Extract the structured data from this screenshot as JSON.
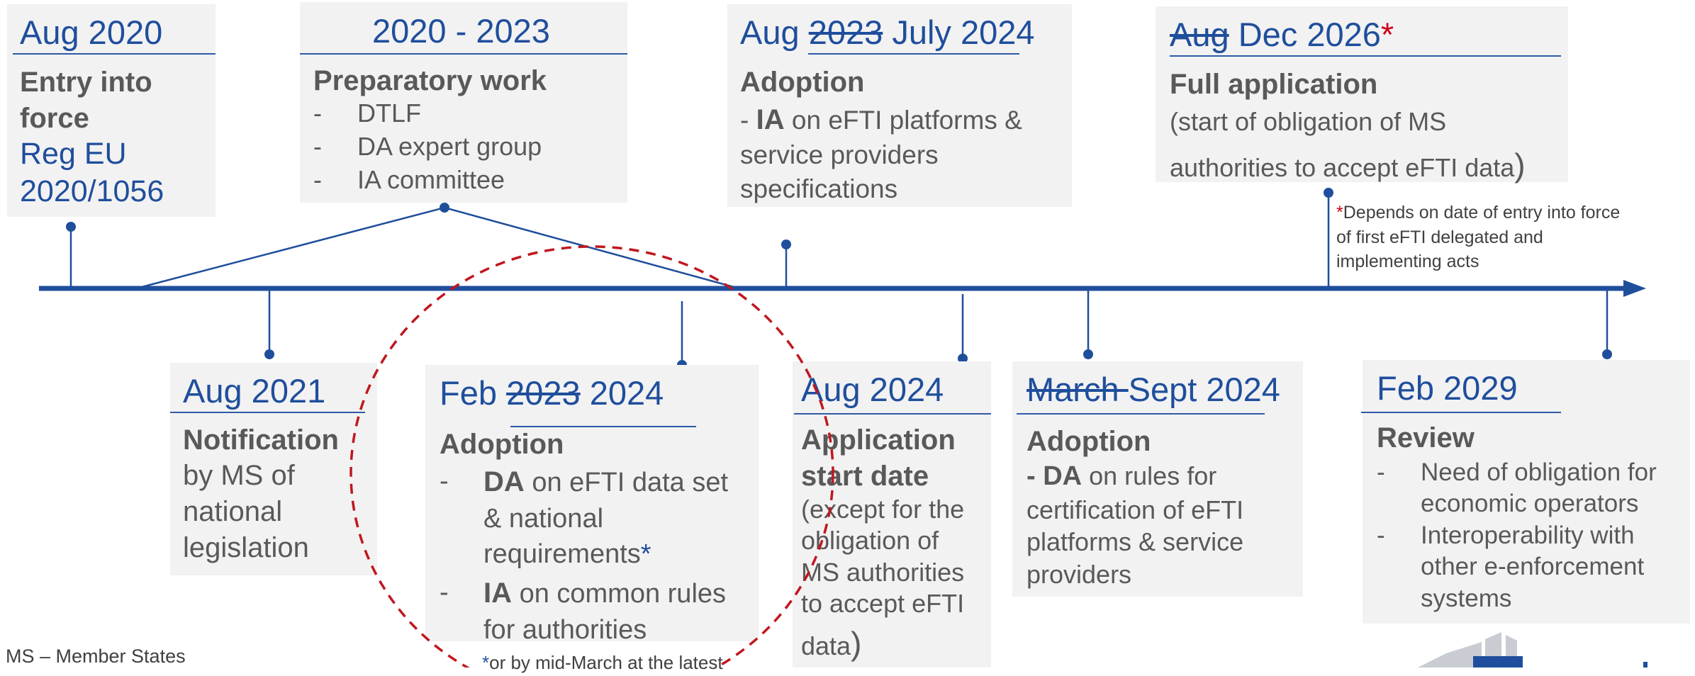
{
  "milestones": {
    "m1": {
      "date": "Aug 2020",
      "title_l1": "Entry into",
      "title_l2": "force",
      "sub_l1": "Reg EU",
      "sub_l2": "2020/1056"
    },
    "m2": {
      "date": "2020 - 2023",
      "title": "Preparatory work",
      "items": [
        "DTLF",
        "DA expert group",
        "IA committee"
      ]
    },
    "m3": {
      "date_prefix": "Aug",
      "date_struck": "2023",
      "date_new": "July 2024",
      "title": "Adoption",
      "text_dash": "-",
      "text_bold": "IA",
      "text_l1": "on eFTI platforms &",
      "text_l2": "service providers",
      "text_l3": "specifications"
    },
    "m4": {
      "date_struck": "Aug",
      "date_new": "Dec 2026",
      "date_mark": "*",
      "title": "Full application",
      "text_l1": "(start of obligation of MS",
      "text_l2": "authorities to accept eFTI data",
      "text_close": ")"
    },
    "m5": {
      "date": "Aug 2021",
      "title": "Notification",
      "text_l1": "by MS of",
      "text_l2": "national",
      "text_l3": "legislation"
    },
    "m6": {
      "date_prefix": "Feb",
      "date_struck": "2023",
      "date_new": "2024",
      "title": "Adoption",
      "item1_bold": "DA",
      "item1_l1": "on eFTI data set",
      "item1_l2": "& national",
      "item1_l3": "requirements",
      "item1_mark": "*",
      "item2_bold": "IA",
      "item2_l1": "on common rules",
      "item2_l2": "for authorities",
      "footnote_mark": "*",
      "footnote": "or by mid-March at the latest"
    },
    "m7": {
      "date": "Aug 2024",
      "title_l1": "Application",
      "title_l2": "start date",
      "text_l1": "(except for the",
      "text_l2": "obligation of",
      "text_l3": "MS authorities",
      "text_l4": "to accept eFTI",
      "text_l5": "data",
      "text_close": ")"
    },
    "m8": {
      "date_struck": "March ",
      "date_new": "Sept 2024",
      "title": "Adoption",
      "text_bold": "- DA",
      "text_l1": "on rules for",
      "text_l2": "certification of eFTI",
      "text_l3": "platforms & service",
      "text_l4": "providers"
    },
    "m9": {
      "date": "Feb 2029",
      "title": "Review",
      "items": [
        {
          "l1": "Need of obligation for",
          "l2": "economic operators"
        },
        {
          "l1": "Interoperability with",
          "l2": "other e-enforcement",
          "l3": "systems"
        }
      ]
    }
  },
  "side_note": {
    "mark": "*",
    "l1": "Depends on date of entry into force",
    "l2": "of first eFTI delegated and",
    "l3": "implementing acts"
  },
  "legend": "MS – Member States",
  "dash": "-",
  "colors": {
    "blue": "#1f4e9c",
    "line": "#1f4e9c",
    "red": "#c0171f",
    "box": "#f2f2f2",
    "text": "#595959"
  }
}
